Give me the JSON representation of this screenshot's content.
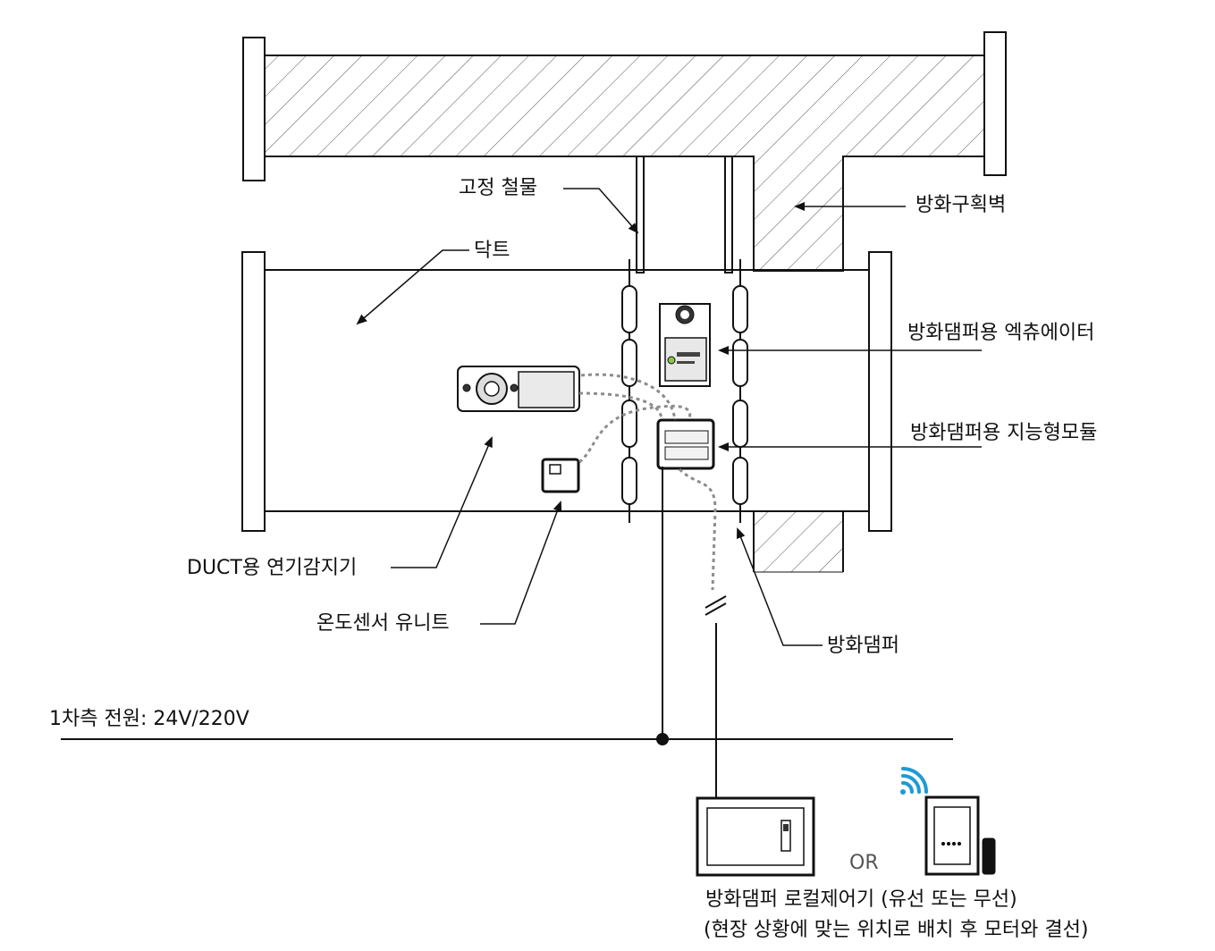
{
  "labels": {
    "fixing_bracket": "고정 철물",
    "fire_wall": "방화구획벽",
    "duct": "닥트",
    "actuator": "방화댐퍼용 엑츄에이터",
    "smart_module": "방화댐퍼용 지능형모듈",
    "smoke_detector": "DUCT용 연기감지기",
    "temp_sensor": "온도센서 유니트",
    "fire_damper": "방화댐퍼",
    "power": "1차측 전원: 24V/220V",
    "or": "OR",
    "controller_line1": "방화댐퍼 로컬제어기 (유선 또는 무선)",
    "controller_line2": "(현장 상황에 맞는 위치로 배치 후 모터와 결선)"
  },
  "icons": [
    "wifi-icon"
  ],
  "colors": {
    "line": "#1a1a1a",
    "dashed_wire": "#8c8c8c",
    "wifi": "#1e9ad6"
  }
}
